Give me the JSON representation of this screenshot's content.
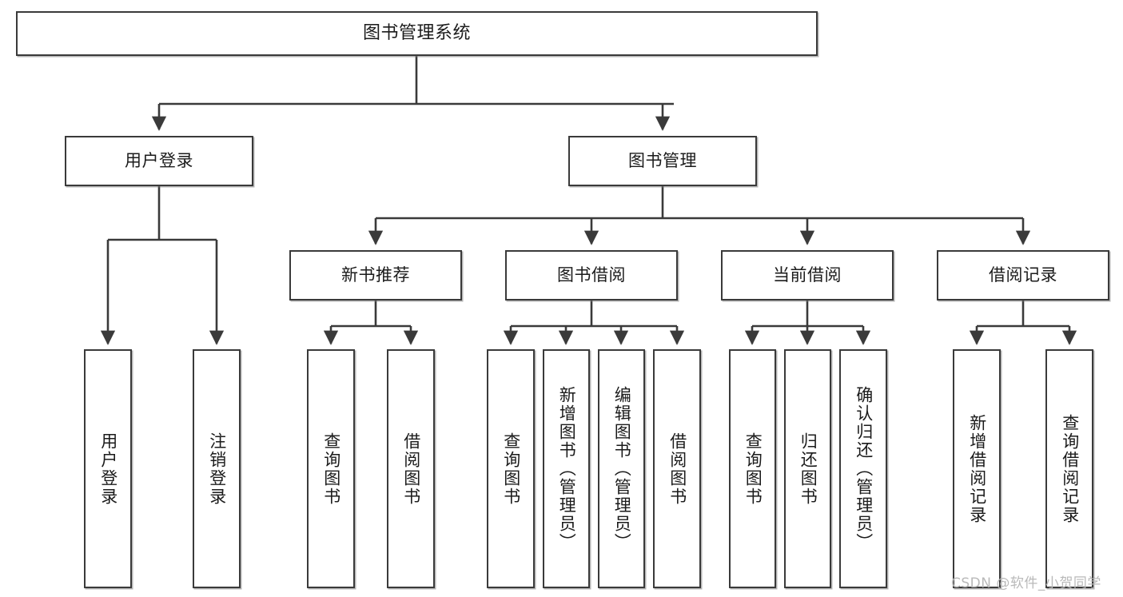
{
  "diagram": {
    "title": "图书管理系统",
    "type": "tree-hierarchy-diagram",
    "colors": {
      "box_border": "#3a3a3a",
      "box_fill": "#ffffff",
      "edge": "#3a3a3a",
      "text": "#1b1b1b",
      "watermark": "#b9b9b9"
    },
    "root": {
      "label": "图书管理系统"
    },
    "level2": [
      {
        "label": "用户登录"
      },
      {
        "label": "图书管理"
      }
    ],
    "level3": [
      {
        "label": "新书推荐"
      },
      {
        "label": "图书借阅"
      },
      {
        "label": "当前借阅"
      },
      {
        "label": "借阅记录"
      }
    ],
    "leaves": {
      "user_login": [
        {
          "label": "用户登录"
        },
        {
          "label": "注销登录"
        }
      ],
      "new_book_recommend": [
        {
          "label": "查询图书"
        },
        {
          "label": "借阅图书"
        }
      ],
      "book_borrow": [
        {
          "label": "查询图书"
        },
        {
          "label": "新增图书（管理员）"
        },
        {
          "label": "编辑图书（管理员）"
        },
        {
          "label": "借阅图书"
        }
      ],
      "current_borrow": [
        {
          "label": "查询图书"
        },
        {
          "label": "归还图书"
        },
        {
          "label": "确认归还（管理员）"
        }
      ],
      "borrow_record": [
        {
          "label": "新增借阅记录"
        },
        {
          "label": "查询借阅记录"
        }
      ]
    }
  },
  "watermark": {
    "text": "CSDN @软件_小贺同学"
  }
}
